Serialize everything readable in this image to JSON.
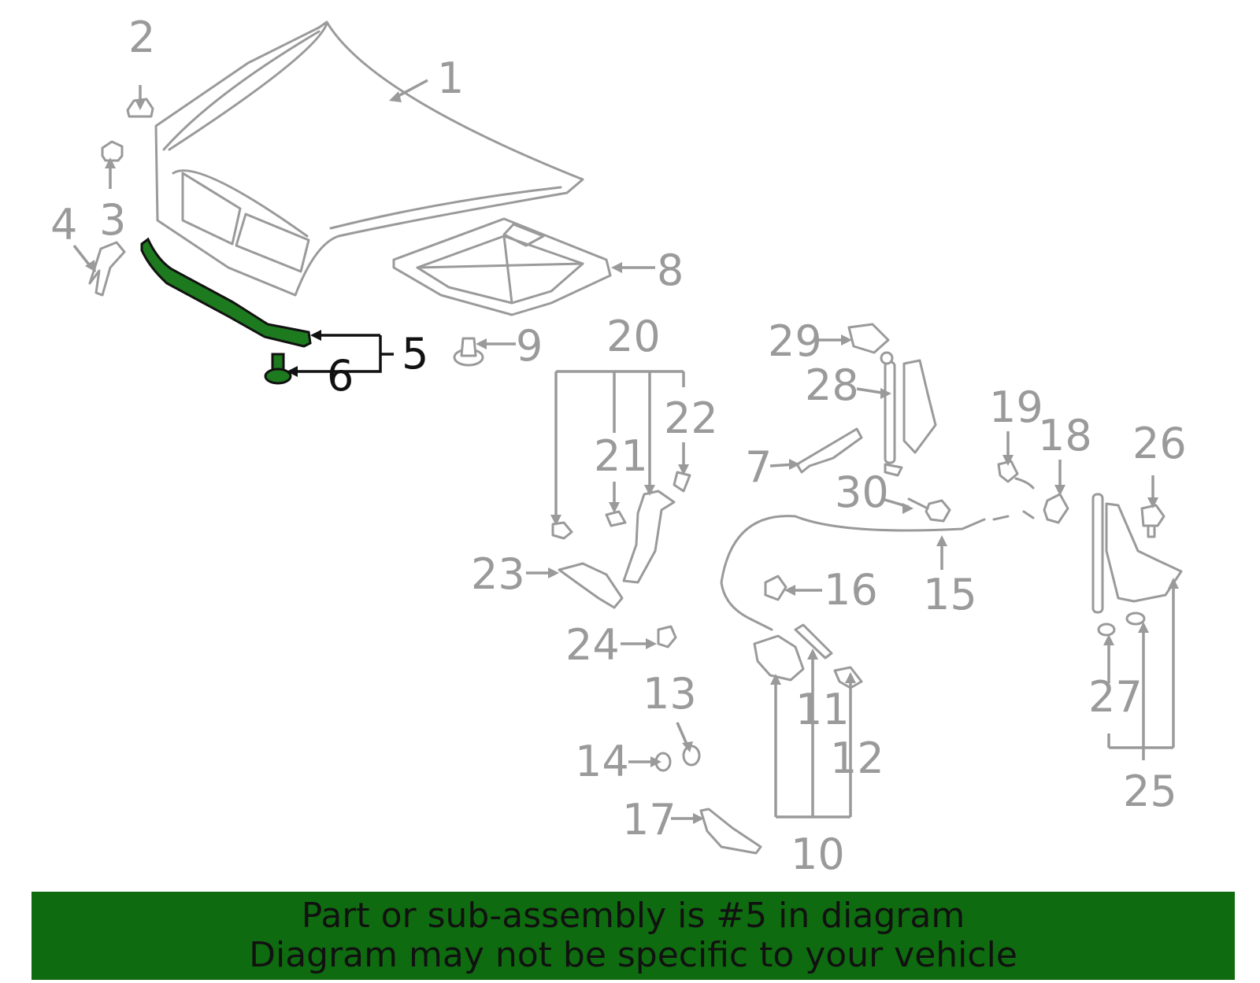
{
  "diagram": {
    "callouts": [
      {
        "id": "1",
        "label": "1"
      },
      {
        "id": "2",
        "label": "2"
      },
      {
        "id": "3",
        "label": "3"
      },
      {
        "id": "4",
        "label": "4"
      },
      {
        "id": "5",
        "label": "5"
      },
      {
        "id": "6",
        "label": "6"
      },
      {
        "id": "7",
        "label": "7"
      },
      {
        "id": "8",
        "label": "8"
      },
      {
        "id": "9",
        "label": "9"
      },
      {
        "id": "10",
        "label": "10"
      },
      {
        "id": "11",
        "label": "11"
      },
      {
        "id": "12",
        "label": "12"
      },
      {
        "id": "13",
        "label": "13"
      },
      {
        "id": "14",
        "label": "14"
      },
      {
        "id": "15",
        "label": "15"
      },
      {
        "id": "16",
        "label": "16"
      },
      {
        "id": "17",
        "label": "17"
      },
      {
        "id": "18",
        "label": "18"
      },
      {
        "id": "19",
        "label": "19"
      },
      {
        "id": "20",
        "label": "20"
      },
      {
        "id": "21",
        "label": "21"
      },
      {
        "id": "22",
        "label": "22"
      },
      {
        "id": "23",
        "label": "23"
      },
      {
        "id": "24",
        "label": "24"
      },
      {
        "id": "25",
        "label": "25"
      },
      {
        "id": "26",
        "label": "26"
      },
      {
        "id": "27",
        "label": "27"
      },
      {
        "id": "28",
        "label": "28"
      },
      {
        "id": "29",
        "label": "29"
      },
      {
        "id": "30",
        "label": "30"
      }
    ],
    "highlighted_part": "5"
  },
  "banner": {
    "line1": "Part or sub-assembly is #5 in diagram",
    "line2": "Diagram may not be specific to your vehicle"
  },
  "colors": {
    "part_gray": "#9a9a9a",
    "highlight_green": "#1e7a1e",
    "banner_green": "#0f6b0f",
    "text_dark": "#111111"
  }
}
